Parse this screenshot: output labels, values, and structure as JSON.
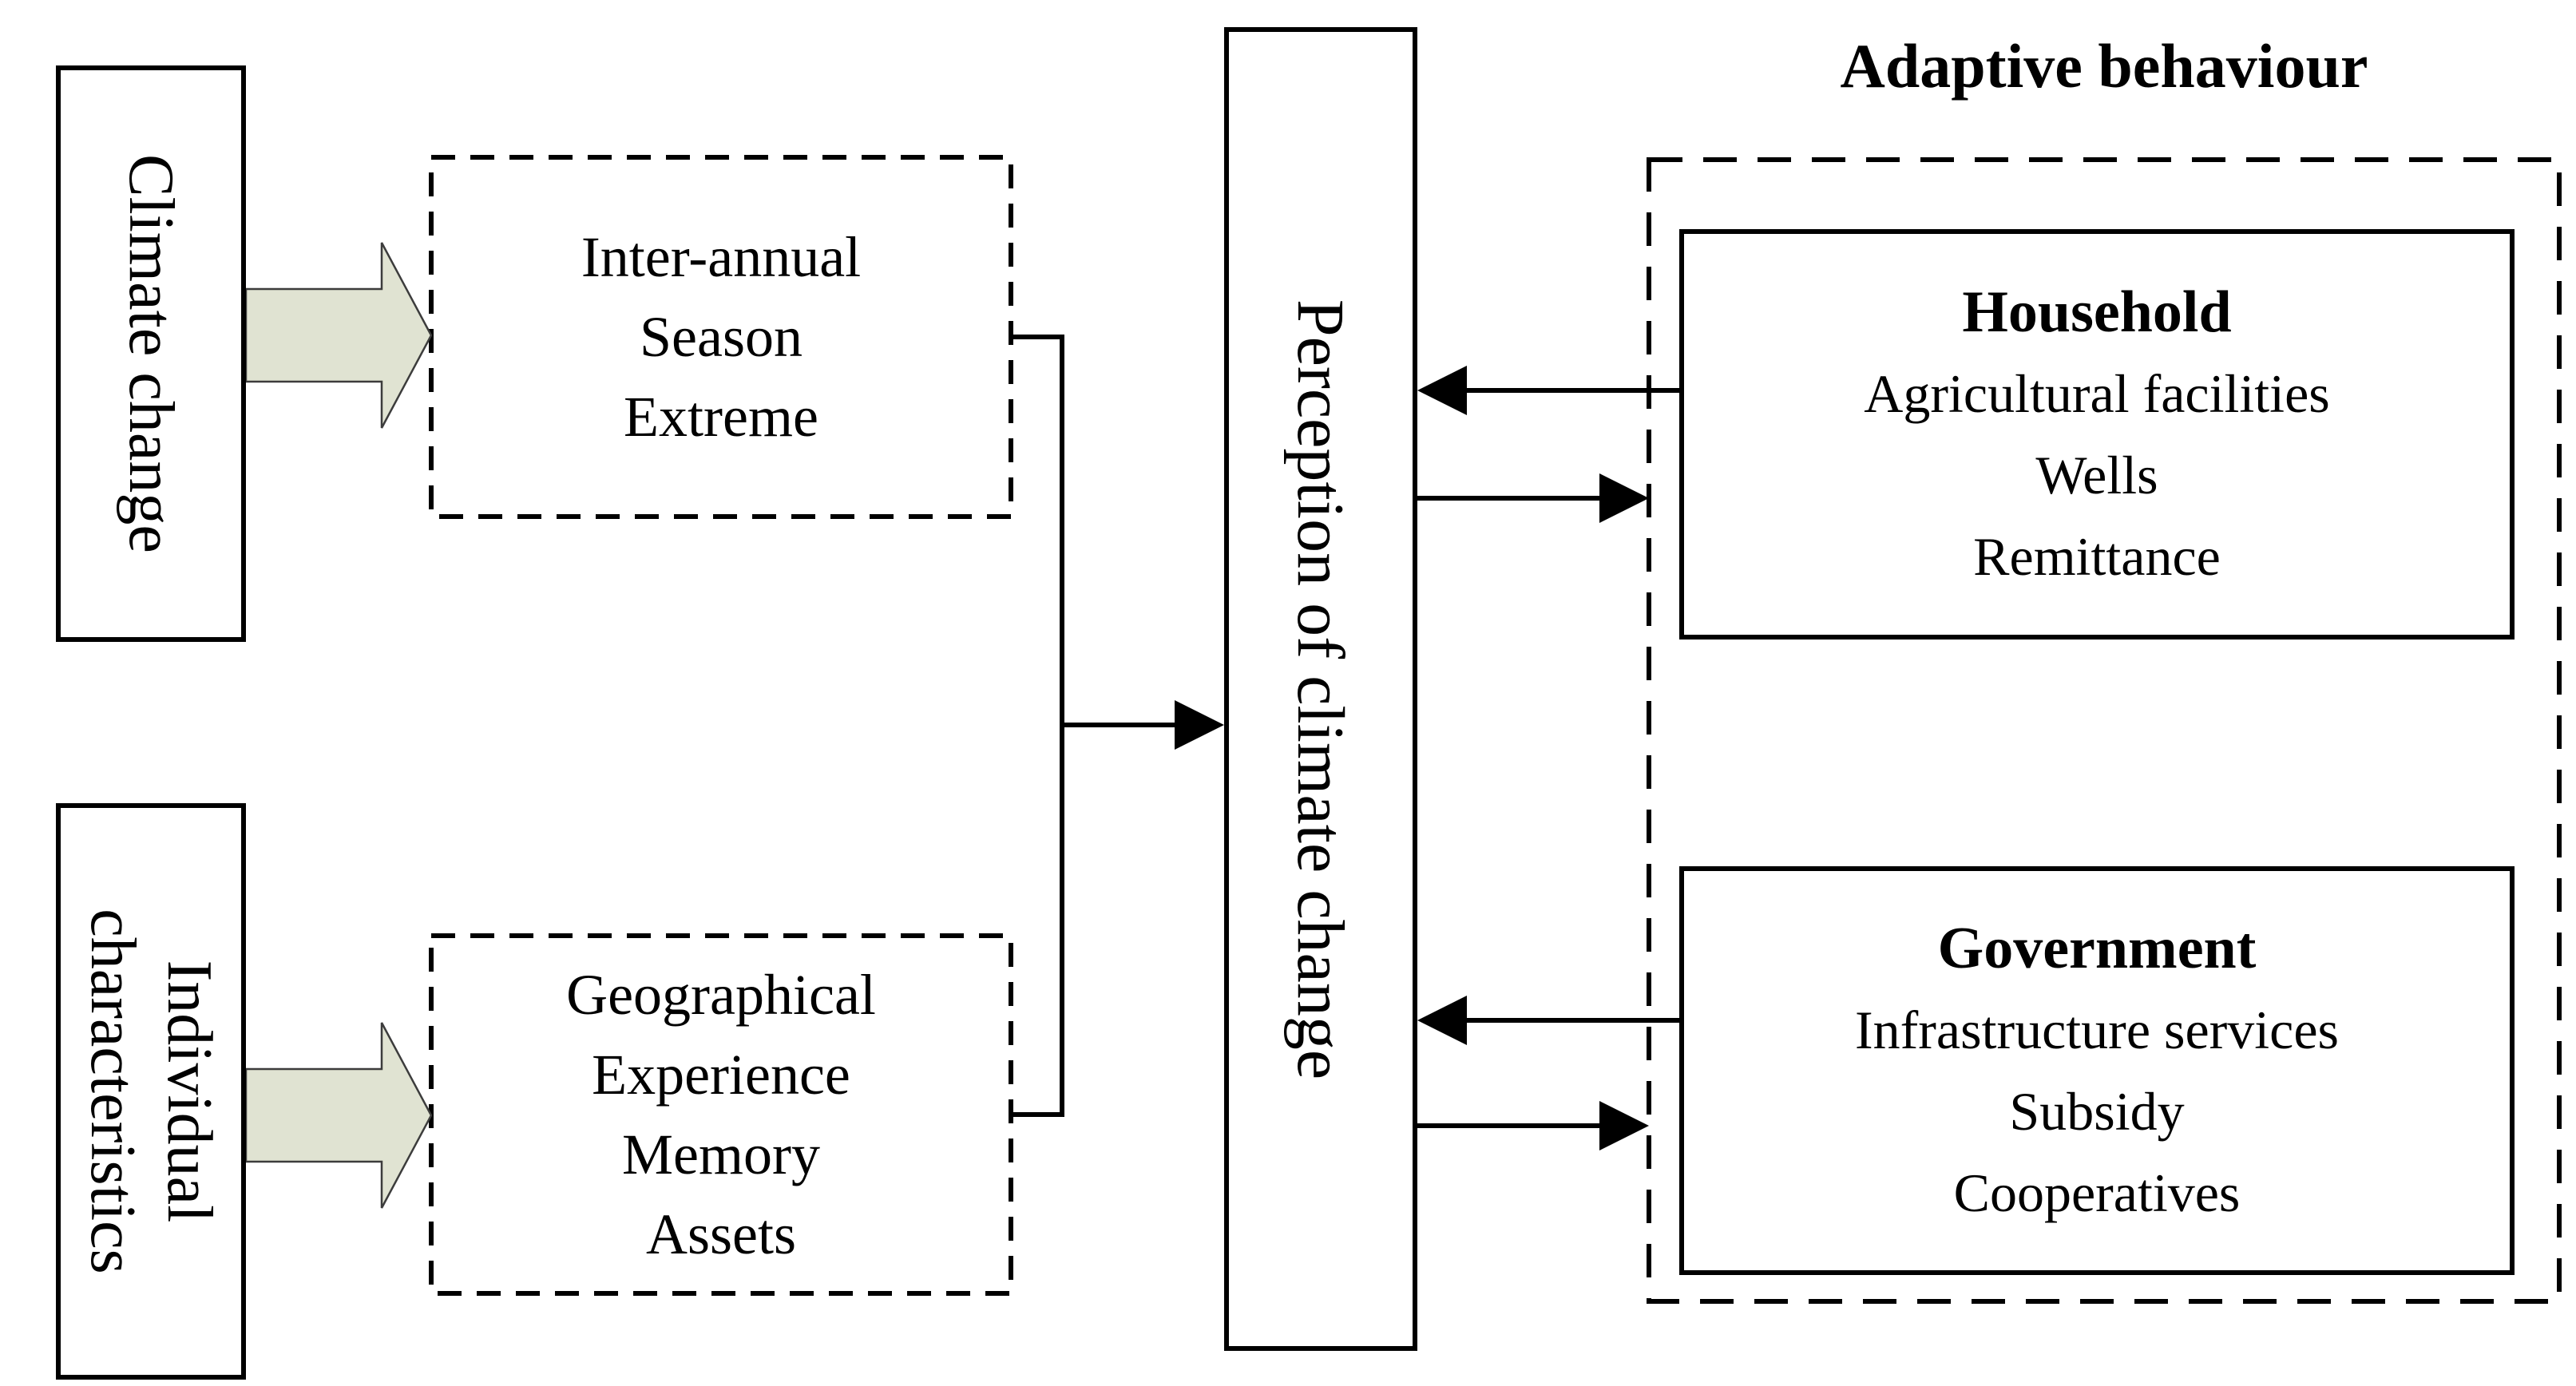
{
  "colors": {
    "background": "#ffffff",
    "line": "#000000",
    "block_arrow_fill": "#e0e3d2",
    "block_arrow_stroke": "#3c3c3c"
  },
  "title": {
    "adaptive_behaviour": "Adaptive behaviour"
  },
  "left_column": {
    "climate_box": {
      "label": "Climate change"
    },
    "individual_box": {
      "line1": "Individual",
      "line2": "characteristics"
    }
  },
  "factor_boxes": {
    "climate_factors": {
      "lines": [
        "Inter-annual",
        "Season",
        "Extreme"
      ]
    },
    "individual_factors": {
      "lines": [
        "Geographical",
        "Experience",
        "Memory",
        "Assets"
      ]
    }
  },
  "perception_box": {
    "label": "Perception of climate change"
  },
  "adaptive_boxes": {
    "household": {
      "heading": "Household",
      "items": [
        "Agricultural facilities",
        "Wells",
        "Remittance"
      ]
    },
    "government": {
      "heading": "Government",
      "items": [
        "Infrastructure services",
        "Subsidy",
        "Cooperatives"
      ]
    }
  }
}
